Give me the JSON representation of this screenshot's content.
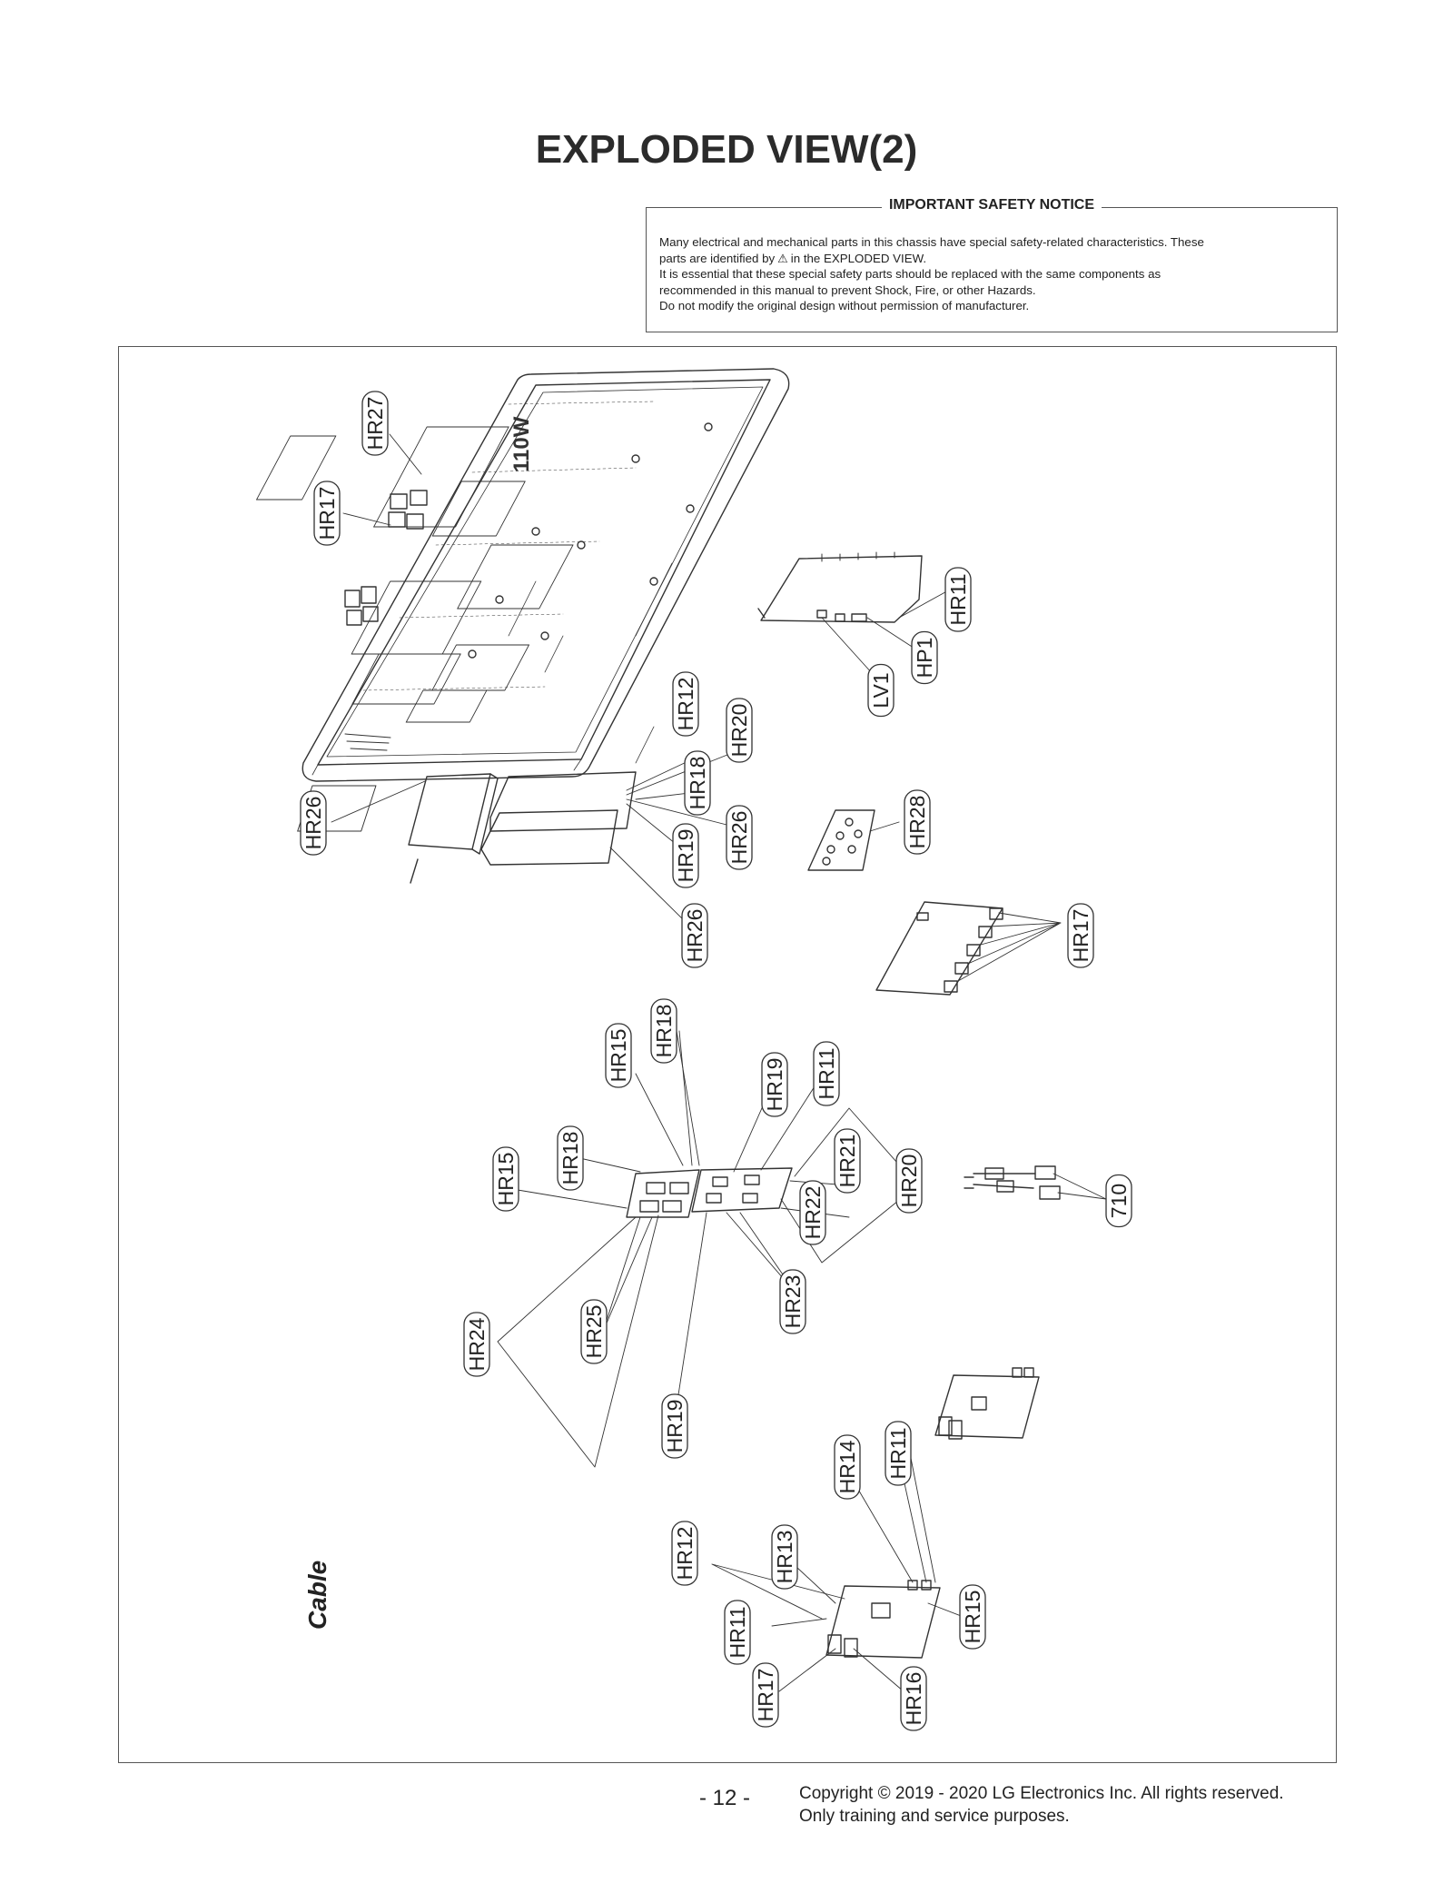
{
  "title": "EXPLODED VIEW(2)",
  "notice": {
    "heading": "IMPORTANT SAFETY NOTICE",
    "line1": "Many electrical and mechanical parts in this chassis have special safety-related characteristics. These",
    "line2a": "parts are identified by",
    "line2b": "in the EXPLODED VIEW.",
    "line3": "It is essential that these special safety parts should be replaced with the same components as",
    "line4": "recommended in this manual to prevent Shock, Fire, or other Hazards.",
    "line5": "Do not modify the original design without permission of manufacturer.",
    "warning_icon": "warning-triangle-icon"
  },
  "diagram": {
    "module_marking": "110W",
    "section_label": "Cable",
    "callouts": [
      "HR27",
      "HR17",
      "HR26",
      "HR11",
      "HP1",
      "LV1",
      "HR12",
      "HR20",
      "HR18",
      "HR26",
      "HR19",
      "HR26",
      "HR28",
      "HR17",
      "HR15",
      "HR18",
      "HR19",
      "HR11",
      "HR18",
      "HR15",
      "HR21",
      "HR20",
      "HR22",
      "710",
      "HR23",
      "HR24",
      "HR25",
      "HR19",
      "HR14",
      "HR11",
      "HR12",
      "HR13",
      "HR11",
      "HR17",
      "HR16",
      "HR15"
    ]
  },
  "footer": {
    "page": "- 12 -",
    "copyright": "Copyright © 2019 - 2020 LG Electronics Inc. All rights reserved.",
    "note": "Only training and service purposes."
  }
}
